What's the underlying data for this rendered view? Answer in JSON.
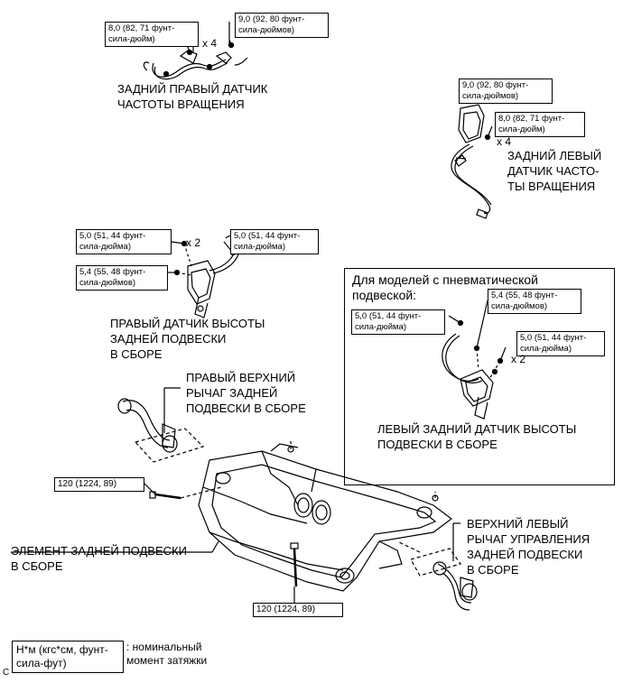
{
  "callouts": {
    "rr_sensor_bolt": "8,0 (82, 71 фунт-\nсила-дюйм)",
    "rr_sensor_nut": "9,0 (92, 80 фунт-\nсила-дюймов)",
    "rr_sensor_qty": "x 4",
    "rl_sensor_nut": "9,0 (92, 80 фунт-\nсила-дюймов)",
    "rl_sensor_bolt": "8,0 (82, 71 фунт-\nсила-дюйм)",
    "rl_sensor_qty": "x 4",
    "rh_height_a": "5,0 (51, 44 фунт-\nсила-дюйма)",
    "rh_height_qty": "x 2",
    "rh_height_b": "5,0 (51, 44 фунт-\nсила-дюйма)",
    "rh_height_c": "5,4 (55, 48 фунт-\nсила-дюймов)",
    "air_c": "5,4 (55, 48 фунт-\nсила-дюймов)",
    "air_a": "5,0 (51, 44 фунт-\nсила-дюйма)",
    "air_b": "5,0 (51, 44 фунт-\nсила-дюйма)",
    "air_qty": "x 2",
    "member_bolt_left": "120 (1224, 89)",
    "member_bolt_bottom": "120 (1224, 89)"
  },
  "labels": {
    "rr_speed_sensor": "ЗАДНИЙ ПРАВЫЙ ДАТЧИК\nЧАСТОТЫ ВРАЩЕНИЯ",
    "rl_speed_sensor": "ЗАДНИЙ ЛЕВЫЙ\nДАТЧИК ЧАСТО-\nТЫ ВРАЩЕНИЯ",
    "rh_height_sensor": "ПРАВЫЙ ДАТЧИК ВЫСОТЫ\nЗАДНЕЙ ПОДВЕСКИ\nВ СБОРЕ",
    "air_group_title": "Для моделей с пневматической\nподвеской:",
    "lh_height_sensor": "ЛЕВЫЙ ЗАДНИЙ ДАТЧИК ВЫСОТЫ\nПОДВЕСКИ В СБОРЕ",
    "rh_upper_arm": "ПРАВЫЙ ВЕРХНИЙ\nРЫЧАГ ЗАДНЕЙ\nПОДВЕСКИ В СБОРЕ",
    "lh_upper_arm": "ВЕРХНИЙ ЛЕВЫЙ\nРЫЧАГ УПРАВЛЕНИЯ\nЗАДНЕЙ ПОДВЕСКИ\nВ СБОРЕ",
    "member": "ЭЛЕМЕНТ ЗАДНЕЙ ПОДВЕСКИ\nВ СБОРЕ"
  },
  "legend": {
    "box": "Н*м (кгс*см, фунт-\nсила-фут)",
    "text": ": номинальный\nмомент затяжки"
  },
  "figure_code": "C"
}
